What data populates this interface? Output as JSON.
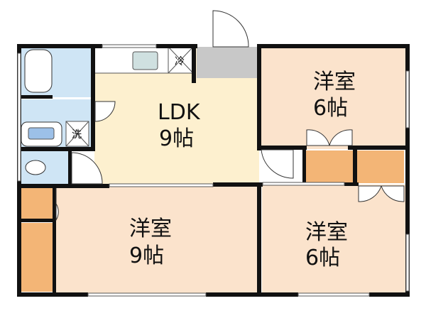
{
  "title": "Floor plan",
  "rooms": {
    "ldk": {
      "name": "LDK",
      "size": "9帖"
    },
    "western_top_right": {
      "name": "洋室",
      "size": "6帖"
    },
    "western_bottom_left": {
      "name": "洋室",
      "size": "9帖"
    },
    "western_bottom_right": {
      "name": "洋室",
      "size": "6帖"
    }
  },
  "fixtures": {
    "refrigerator": "冷",
    "washer": "洗"
  },
  "colors": {
    "ldk": "#fdf0cf",
    "room": "#fbe3cc",
    "closet": "#f3b576",
    "wet_area": "#cfe5f5",
    "entrance": "#c8c8c8",
    "wall": "#111111"
  }
}
